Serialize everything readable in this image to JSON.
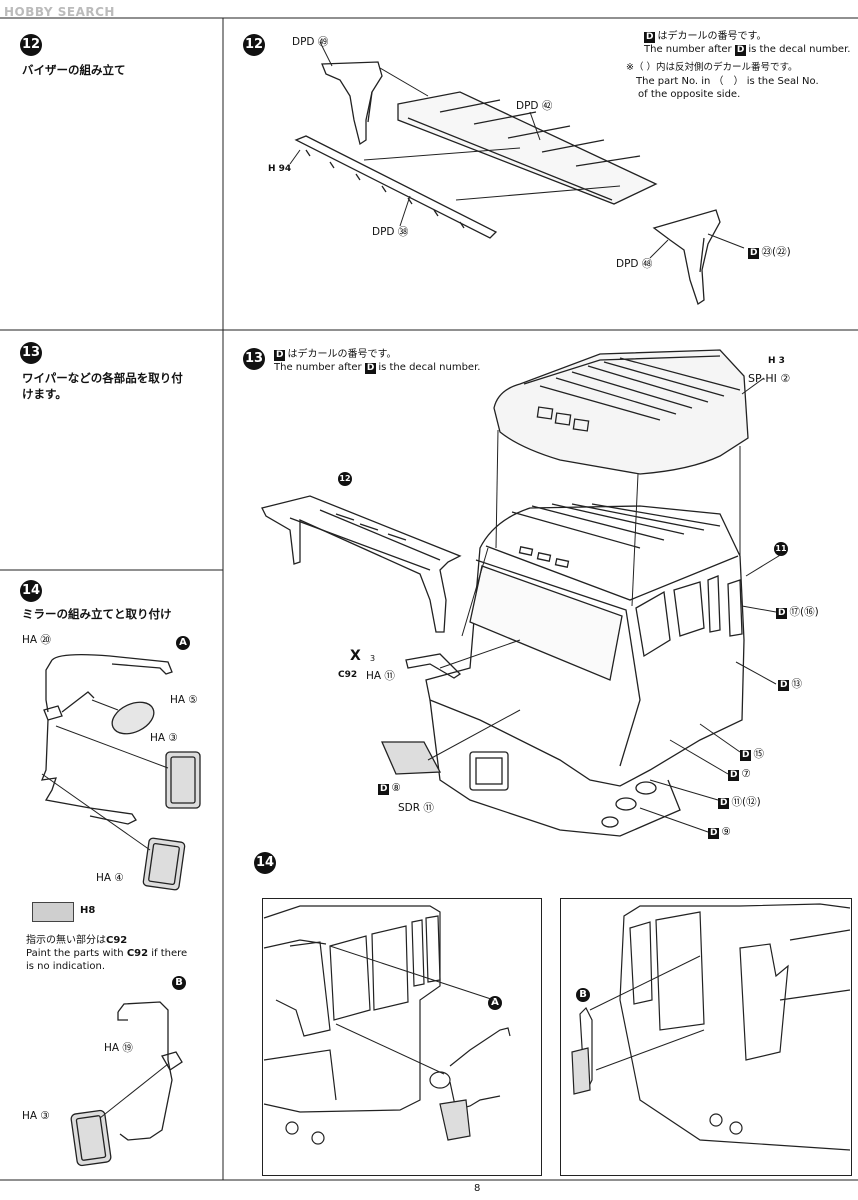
{
  "header": {
    "logo_text": "HOBBY SEARCH"
  },
  "page_number": "8",
  "left": {
    "step12": {
      "number": "12",
      "title_jp": "バイザーの組み立て"
    },
    "step13": {
      "number": "13",
      "title_jp_line1": "ワイパーなどの各部品を取り付",
      "title_jp_line2": "けます。"
    },
    "step14": {
      "number": "14",
      "title_jp": "ミラーの組み立てと取り付け",
      "tag_a": "A",
      "tag_b": "B",
      "parts": {
        "ha20": "HA ⑳",
        "ha5": "HA ⑤",
        "ha3": "HA ③",
        "ha4": "HA ④",
        "ha19": "HA ⑲",
        "ha3b": "HA ③"
      },
      "paint_code": "H8",
      "note_jp": "指示の無い部分は",
      "note_jp_code": "C92",
      "note_en_1": "Paint the parts with",
      "note_en_code": "C92",
      "note_en_2": "if there",
      "note_en_3": "is no indication."
    }
  },
  "right": {
    "step12": {
      "number": "12",
      "decal_note_jp": "はデカールの番号です。",
      "decal_note_en": "The number after",
      "decal_note_en_tail": "is the decal number.",
      "seal_note_jp": "※（ ）内は反対側のデカール番号です。",
      "seal_note_en_1": "The part No. in （　） is the Seal No.",
      "seal_note_en_2": "of the opposite side.",
      "d_letter": "D",
      "labels": {
        "dpd49": "DPD ㊾",
        "dpd52": "DPD ㊷",
        "ph94": "H 94",
        "dpd38": "DPD ㊳",
        "d23": "㉓(㉒)",
        "dpd48": "DPD ㊽"
      }
    },
    "step13": {
      "number": "13",
      "decal_note_jp": "はデカールの番号です。",
      "decal_note_en": "The number after",
      "decal_note_en_tail": "is the decal number.",
      "labels": {
        "ph3": "H 3",
        "sphi2": "SP-HI ②",
        "ref12": "12",
        "ref11": "11",
        "d17": "⑰(⑯)",
        "d13": "⑬",
        "d15": "⑮",
        "d7": "⑦",
        "d11": "⑪(⑫)",
        "d9": "⑨",
        "d8": "⑧",
        "x3": "X",
        "tri3": "3",
        "pc92": "C92",
        "ha11": "HA ⑪",
        "sdr11": "SDR ⑪"
      }
    },
    "step14": {
      "number": "14",
      "tag_a": "A",
      "tag_b": "B"
    }
  }
}
